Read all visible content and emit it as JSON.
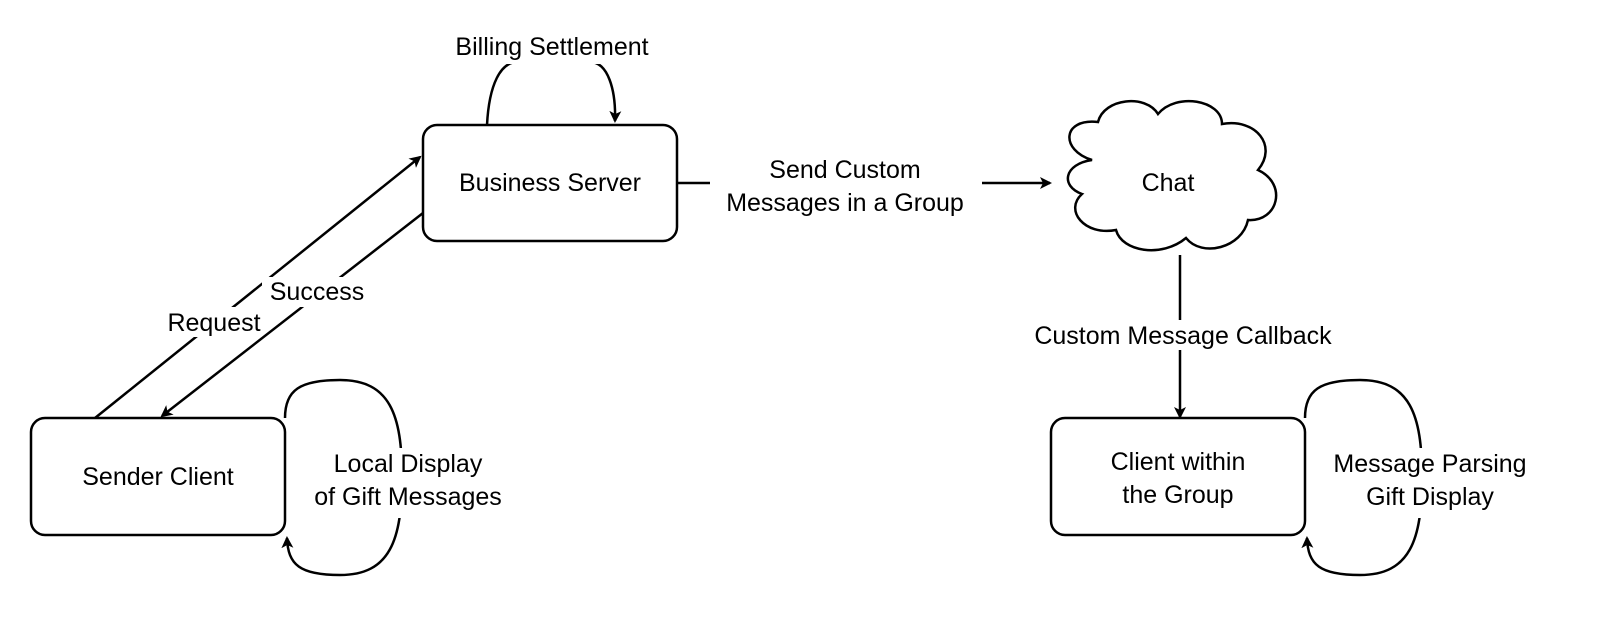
{
  "nodes": {
    "business_server": "Business Server",
    "chat": "Chat",
    "sender_client": "Sender Client",
    "group_client": [
      "Client within",
      "the Group"
    ]
  },
  "edges": {
    "billing": "Billing Settlement",
    "send_custom": [
      "Send Custom",
      "Messages in a Group"
    ],
    "success": "Success",
    "request": "Request",
    "callback": "Custom Message Callback",
    "local_display": [
      "Local Display",
      "of Gift Messages"
    ],
    "parsing": [
      "Message Parsing",
      "Gift Display"
    ]
  },
  "colors": {
    "stroke": "#000000",
    "background": "#ffffff"
  }
}
